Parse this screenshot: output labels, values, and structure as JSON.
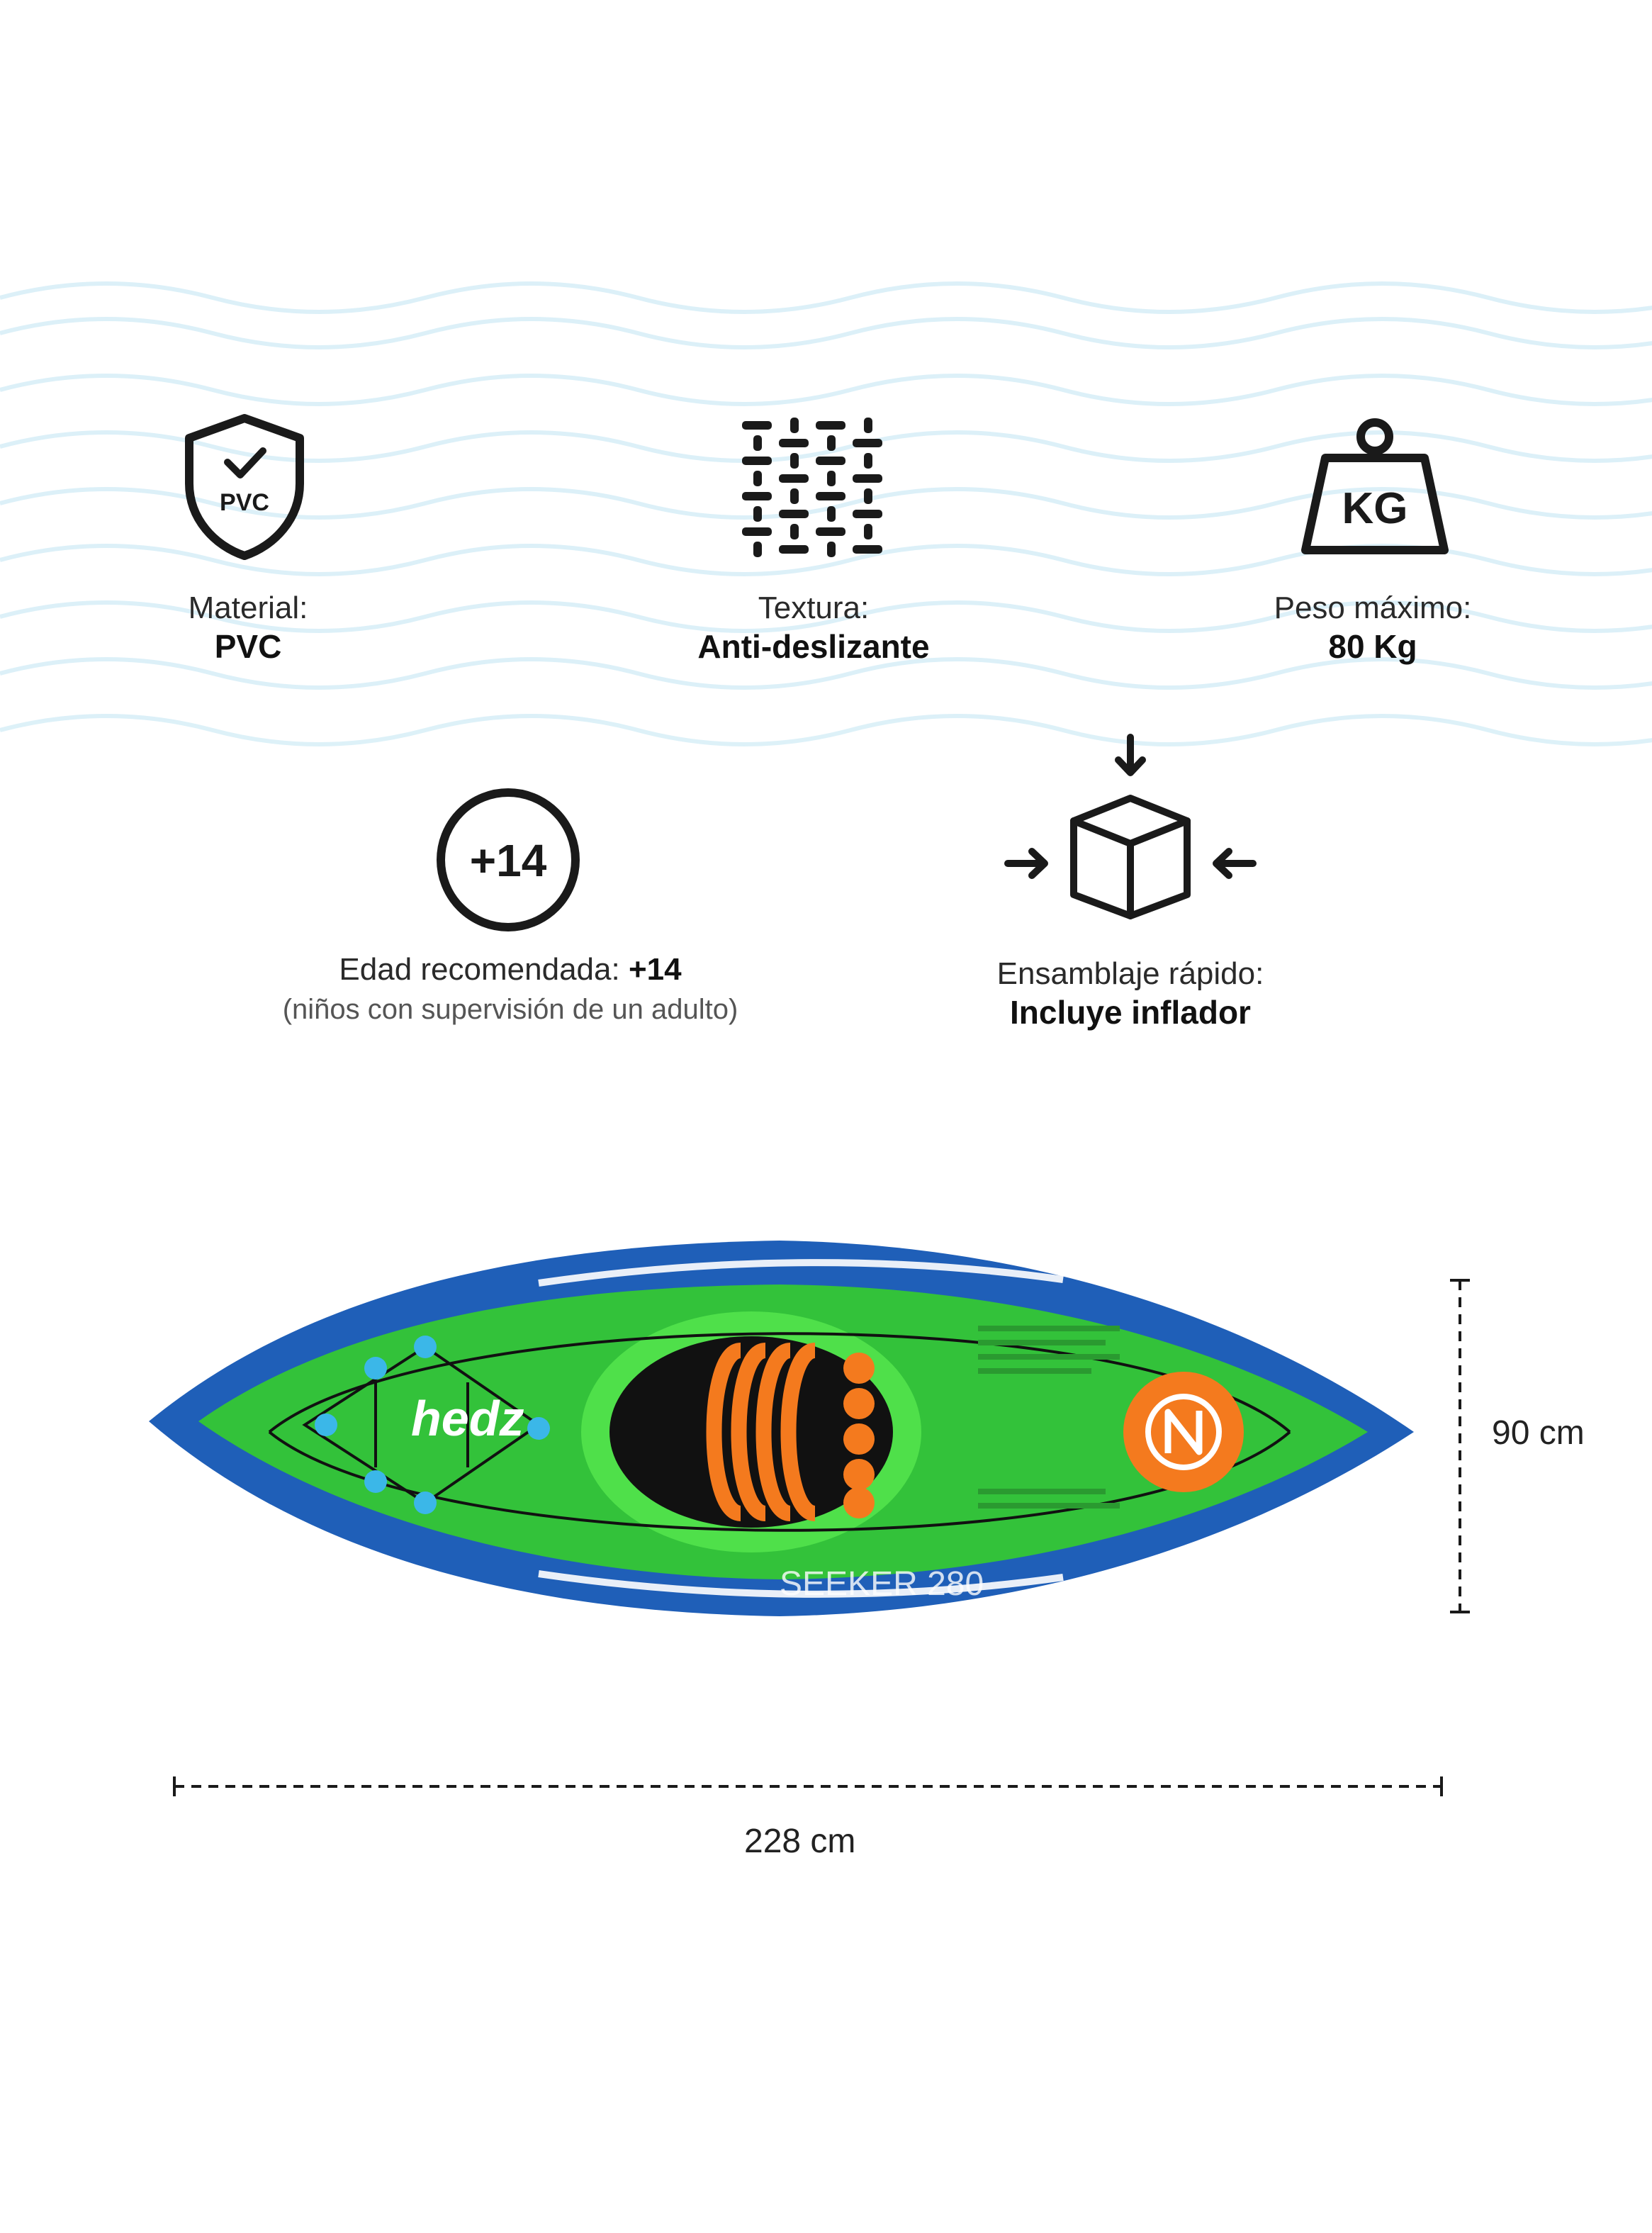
{
  "features": {
    "material": {
      "icon": "shield-check-icon",
      "icon_text": "PVC",
      "label": "Material:",
      "value": "PVC"
    },
    "texture": {
      "icon": "texture-grid-icon",
      "label": "Textura:",
      "value": "Anti-deslizante"
    },
    "weight": {
      "icon": "weight-kg-icon",
      "icon_text": "KG",
      "label": "Peso máximo:",
      "value": "80 Kg"
    },
    "age": {
      "icon": "age-circle-icon",
      "icon_text": "+14",
      "label": "Edad recomendada:",
      "value": "+14",
      "note": "(niños con supervisión de un adulto)"
    },
    "assembly": {
      "icon": "box-arrows-icon",
      "label": "Ensamblaje rápido:",
      "value": "Incluye inflador"
    }
  },
  "product": {
    "image": "kayak-top-view",
    "brand_text": "hedz",
    "model_text": "SEEKER 280"
  },
  "dimensions": {
    "width": "90 cm",
    "length": "228 cm"
  },
  "colors": {
    "wave_accent": "#d8eef6",
    "kayak_blue": "#1f5fb8",
    "kayak_green": "#33c23a",
    "seat_orange": "#f47a1e",
    "handle_cyan": "#3bb7e8"
  }
}
